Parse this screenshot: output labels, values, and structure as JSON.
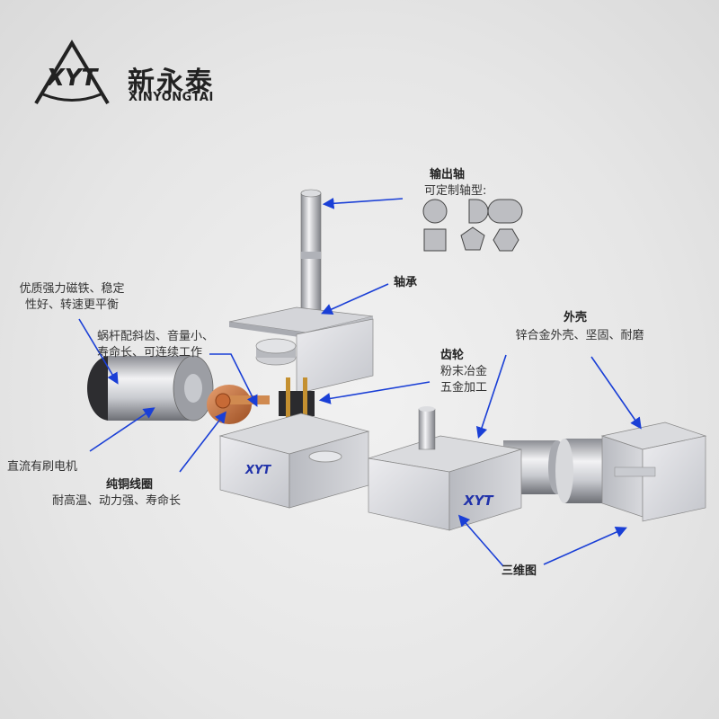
{
  "brand": {
    "monogram": "XYT",
    "name_cn": "新永泰",
    "name_en": "XINYONGTAI"
  },
  "labels": {
    "output_shaft_title": "输出轴",
    "output_shaft_sub": "可定制轴型:",
    "bearing": "轴承",
    "magnet_line1": "优质强力磁铁、稳定",
    "magnet_line2": "性好、转速更平衡",
    "worm_line1": "蜗杆配斜齿、音量小、",
    "worm_line2": "寿命长、可连续工作",
    "gear_title": "齿轮",
    "gear_line1": "粉末冶金",
    "gear_line2": "五金加工",
    "housing_title": "外壳",
    "housing_sub": "锌合金外壳、坚固、耐磨",
    "dc_motor": "直流有刷电机",
    "coil_title": "纯铜线圈",
    "coil_sub": "耐高温、动力强、寿命长",
    "three_view": "三维图"
  },
  "shaft_shapes": [
    "circle-icon",
    "d-cut-icon",
    "double-d-icon",
    "square-icon",
    "pentagon-icon",
    "hexagon-icon"
  ],
  "colors": {
    "arrow": "#1a3fd6",
    "metal_light": "#e4e4e8",
    "metal_dark": "#9a9ca3",
    "brand_blue": "#2233aa"
  }
}
